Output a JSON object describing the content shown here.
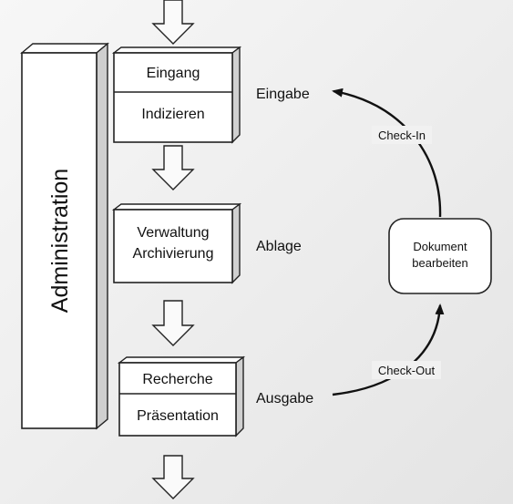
{
  "blocks": {
    "eingang": "Eingang",
    "indizieren": "Indizieren",
    "verwaltung": "Verwaltung",
    "archivierung": "Archivierung",
    "recherche": "Recherche",
    "praesentation": "Präsentation"
  },
  "side_bar": "Administration",
  "stage_labels": {
    "eingabe": "Eingabe",
    "ablage": "Ablage",
    "ausgabe": "Ausgabe"
  },
  "cycle": {
    "check_in": "Check-In",
    "check_out": "Check-Out",
    "document_line1": "Dokument",
    "document_line2": "bearbeiten"
  }
}
